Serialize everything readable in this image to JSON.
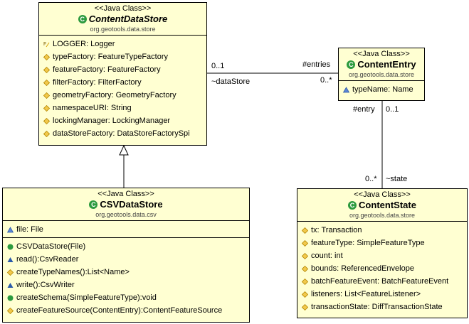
{
  "classes": {
    "content_data_store": {
      "stereotype": "<<Java Class>>",
      "name": "ContentDataStore",
      "package": "org.geotools.data.store",
      "fields": [
        "LOGGER: Logger",
        "typeFactory: FeatureTypeFactory",
        "featureFactory: FeatureFactory",
        "filterFactory: FilterFactory",
        "geometryFactory: GeometryFactory",
        "namespaceURI: String",
        "lockingManager: LockingManager",
        "dataStoreFactory: DataStoreFactorySpi"
      ]
    },
    "content_entry": {
      "stereotype": "<<Java Class>>",
      "name": "ContentEntry",
      "package": "org.geotools.data.store",
      "fields": [
        "typeName: Name"
      ]
    },
    "csv_data_store": {
      "stereotype": "<<Java Class>>",
      "name": "CSVDataStore",
      "package": "org.geotools.data.csv",
      "fields": [
        "file: File"
      ],
      "methods": [
        "CSVDataStore(File)",
        "read():CsvReader",
        "createTypeNames():List<Name>",
        "write():CsvWriter",
        "createSchema(SimpleFeatureType):void",
        "createFeatureSource(ContentEntry):ContentFeatureSource"
      ]
    },
    "content_state": {
      "stereotype": "<<Java Class>>",
      "name": "ContentState",
      "package": "org.geotools.data.store",
      "fields": [
        "tx: Transaction",
        "featureType: SimpleFeatureType",
        "count: int",
        "bounds: ReferencedEnvelope",
        "batchFeatureEvent: BatchFeatureEvent",
        "listeners: List<FeatureListener>",
        "transactionState: DiffTransactionState"
      ]
    }
  },
  "associations": {
    "store_entries": {
      "near_store_mult": "0..1",
      "near_store_role": "~dataStore",
      "near_entry_role": "#entries",
      "near_entry_mult": "0..*"
    },
    "entry_state": {
      "near_entry_role": "#entry",
      "near_entry_mult": "0..1",
      "near_state_mult": "0..*",
      "near_state_role": "~state"
    }
  },
  "class_icon_letter": "C",
  "colors": {
    "class_fill": "#ffffd2",
    "class_badge": "#2c9a3e",
    "protected_diamond": "#d9a400",
    "package_triangle": "#2b5aa8",
    "public_circle": "#2c9a3e"
  }
}
